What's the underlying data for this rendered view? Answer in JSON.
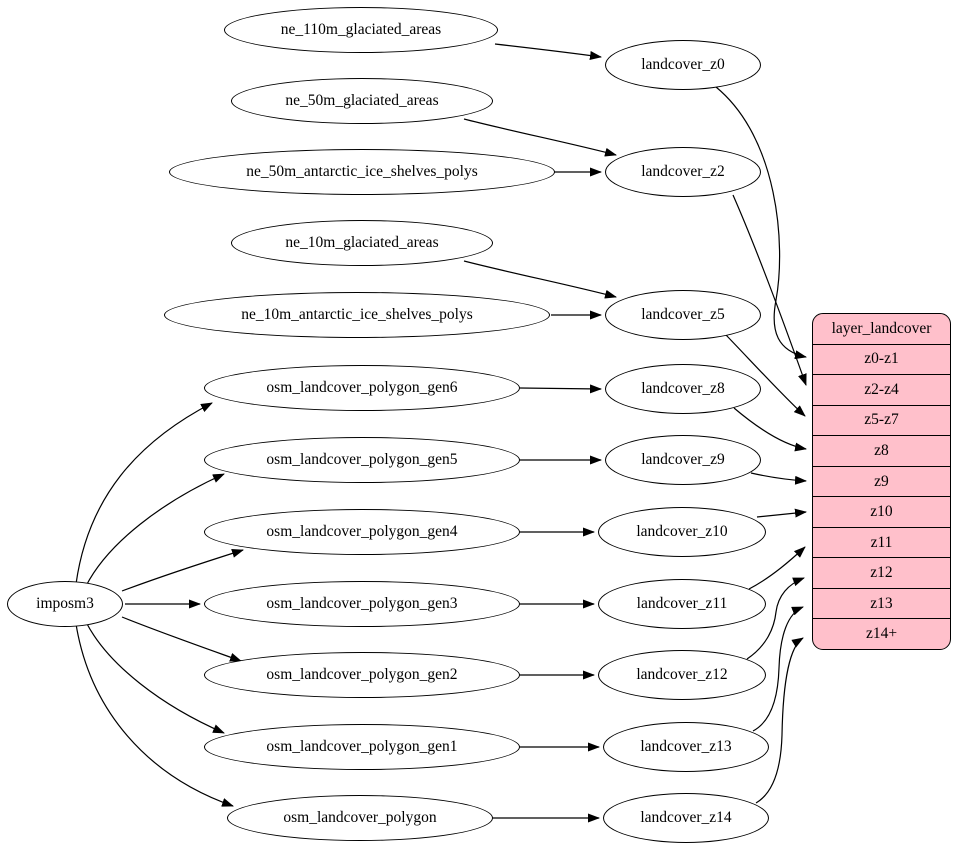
{
  "colors": {
    "background": "#ffffff",
    "stroke": "#000000",
    "node_fill": "#ffffff",
    "table_fill": "#ffc0cb"
  },
  "nodes": {
    "ne_110m_glaciated_areas": "ne_110m_glaciated_areas",
    "ne_50m_glaciated_areas": "ne_50m_glaciated_areas",
    "ne_50m_antarctic_ice_shelves_polys": "ne_50m_antarctic_ice_shelves_polys",
    "ne_10m_glaciated_areas": "ne_10m_glaciated_areas",
    "ne_10m_antarctic_ice_shelves_polys": "ne_10m_antarctic_ice_shelves_polys",
    "osm_landcover_polygon_gen6": "osm_landcover_polygon_gen6",
    "osm_landcover_polygon_gen5": "osm_landcover_polygon_gen5",
    "osm_landcover_polygon_gen4": "osm_landcover_polygon_gen4",
    "osm_landcover_polygon_gen3": "osm_landcover_polygon_gen3",
    "osm_landcover_polygon_gen2": "osm_landcover_polygon_gen2",
    "osm_landcover_polygon_gen1": "osm_landcover_polygon_gen1",
    "osm_landcover_polygon": "osm_landcover_polygon",
    "imposm3": "imposm3",
    "landcover_z0": "landcover_z0",
    "landcover_z2": "landcover_z2",
    "landcover_z5": "landcover_z5",
    "landcover_z8": "landcover_z8",
    "landcover_z9": "landcover_z9",
    "landcover_z10": "landcover_z10",
    "landcover_z11": "landcover_z11",
    "landcover_z12": "landcover_z12",
    "landcover_z13": "landcover_z13",
    "landcover_z14": "landcover_z14"
  },
  "table": {
    "title": "layer_landcover",
    "rows": [
      "z0-z1",
      "z2-z4",
      "z5-z7",
      "z8",
      "z9",
      "z10",
      "z11",
      "z12",
      "z13",
      "z14+"
    ]
  },
  "edges": [
    {
      "from": "ne_110m_glaciated_areas",
      "to": "landcover_z0"
    },
    {
      "from": "ne_50m_glaciated_areas",
      "to": "landcover_z2"
    },
    {
      "from": "ne_50m_antarctic_ice_shelves_polys",
      "to": "landcover_z2"
    },
    {
      "from": "ne_10m_glaciated_areas",
      "to": "landcover_z5"
    },
    {
      "from": "ne_10m_antarctic_ice_shelves_polys",
      "to": "landcover_z5"
    },
    {
      "from": "imposm3",
      "to": "osm_landcover_polygon_gen6"
    },
    {
      "from": "imposm3",
      "to": "osm_landcover_polygon_gen5"
    },
    {
      "from": "imposm3",
      "to": "osm_landcover_polygon_gen4"
    },
    {
      "from": "imposm3",
      "to": "osm_landcover_polygon_gen3"
    },
    {
      "from": "imposm3",
      "to": "osm_landcover_polygon_gen2"
    },
    {
      "from": "imposm3",
      "to": "osm_landcover_polygon_gen1"
    },
    {
      "from": "imposm3",
      "to": "osm_landcover_polygon"
    },
    {
      "from": "osm_landcover_polygon_gen6",
      "to": "landcover_z8"
    },
    {
      "from": "osm_landcover_polygon_gen5",
      "to": "landcover_z9"
    },
    {
      "from": "osm_landcover_polygon_gen4",
      "to": "landcover_z10"
    },
    {
      "from": "osm_landcover_polygon_gen3",
      "to": "landcover_z11"
    },
    {
      "from": "osm_landcover_polygon_gen2",
      "to": "landcover_z12"
    },
    {
      "from": "osm_landcover_polygon_gen1",
      "to": "landcover_z13"
    },
    {
      "from": "osm_landcover_polygon",
      "to": "landcover_z14"
    },
    {
      "from": "landcover_z0",
      "to": "layer_landcover.z0-z1"
    },
    {
      "from": "landcover_z2",
      "to": "layer_landcover.z2-z4"
    },
    {
      "from": "landcover_z5",
      "to": "layer_landcover.z5-z7"
    },
    {
      "from": "landcover_z8",
      "to": "layer_landcover.z8"
    },
    {
      "from": "landcover_z9",
      "to": "layer_landcover.z9"
    },
    {
      "from": "landcover_z10",
      "to": "layer_landcover.z10"
    },
    {
      "from": "landcover_z11",
      "to": "layer_landcover.z11"
    },
    {
      "from": "landcover_z12",
      "to": "layer_landcover.z12"
    },
    {
      "from": "landcover_z13",
      "to": "layer_landcover.z13"
    },
    {
      "from": "landcover_z14",
      "to": "layer_landcover.z14+"
    }
  ]
}
